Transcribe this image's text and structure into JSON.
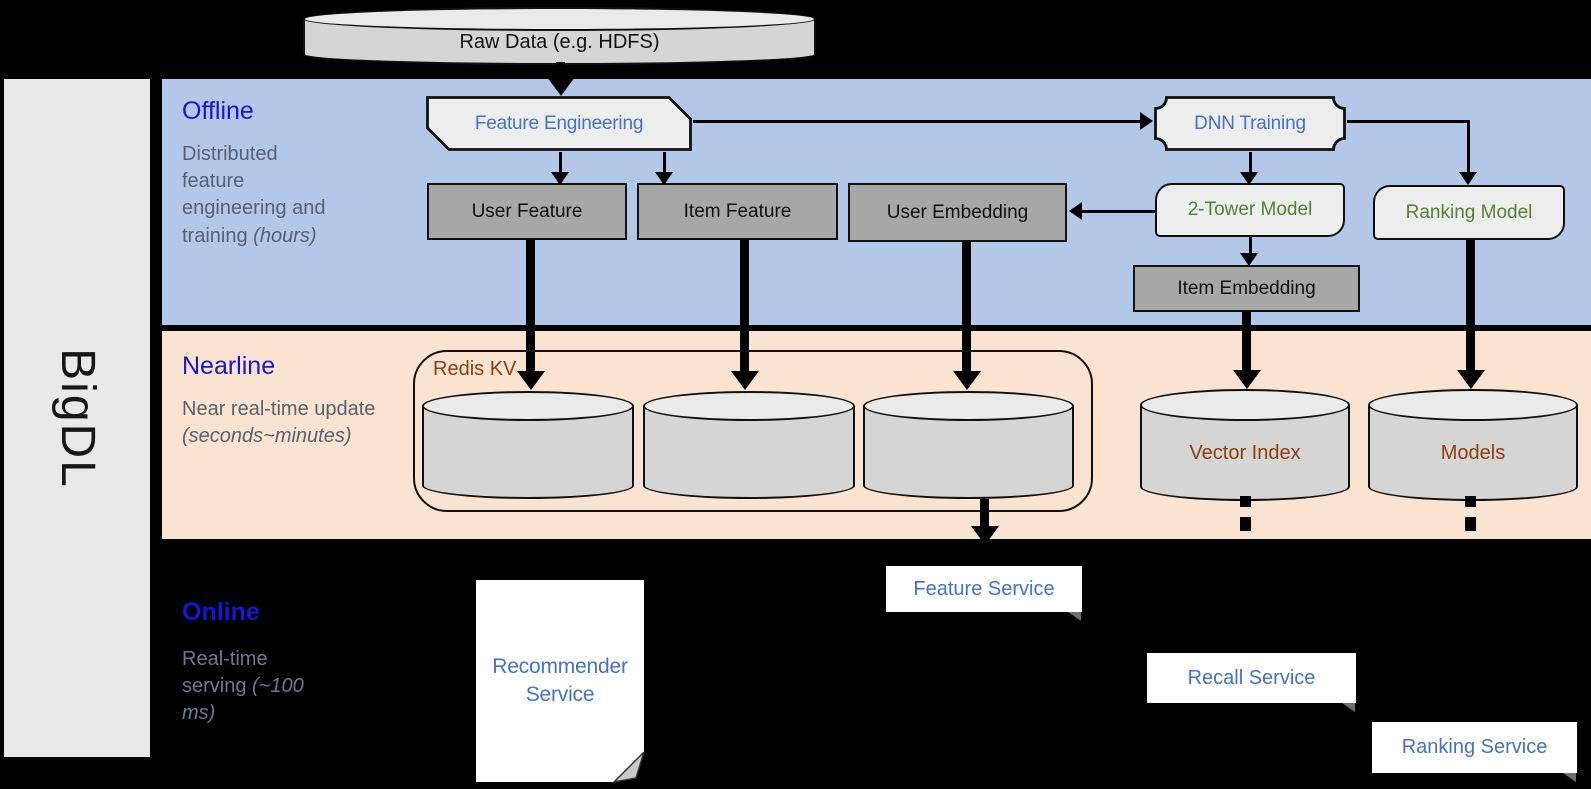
{
  "sidebar": {
    "label": "BigDL"
  },
  "raw_data": {
    "label": "Raw Data (e.g. HDFS)"
  },
  "sections": {
    "offline": {
      "title": "Offline",
      "desc_main": "Distributed feature engineering and training ",
      "desc_em": "(hours)"
    },
    "nearline": {
      "title": "Nearline",
      "desc_main": "Near real-time update ",
      "desc_em": "(seconds~minutes)"
    },
    "online": {
      "title": "Online",
      "desc_main": "Real-time serving ",
      "desc_em": "(~100 ms)"
    }
  },
  "offline_nodes": {
    "feature_engineering": "Feature Engineering",
    "dnn_training": "DNN Training",
    "user_feature": "User Feature",
    "item_feature": "Item Feature",
    "user_embedding": "User Embedding",
    "two_tower_model": "2-Tower Model",
    "ranking_model": "Ranking Model",
    "item_embedding": "Item Embedding"
  },
  "nearline_nodes": {
    "redis_kv": "Redis KV",
    "vector_index": "Vector Index",
    "models": "Models"
  },
  "online_nodes": {
    "recommender_service": "Recommender Service",
    "feature_service": "Feature Service",
    "recall_service": "Recall Service",
    "ranking_service": "Ranking Service"
  },
  "colors": {
    "offline_band": "#b3c7e8",
    "nearline_band": "#fbe3d1",
    "online_band": "#000000",
    "sidebar_bg": "#e9e9e9",
    "section_title_blue": "#1717cf",
    "node_text_blue": "#4472c4",
    "node_text_green": "#548235",
    "node_text_brown": "#8c3d10",
    "gray_box_fill": "#a7a7a7",
    "light_box_fill": "#ededed",
    "cylinder_fill": "#d5d5d5"
  }
}
